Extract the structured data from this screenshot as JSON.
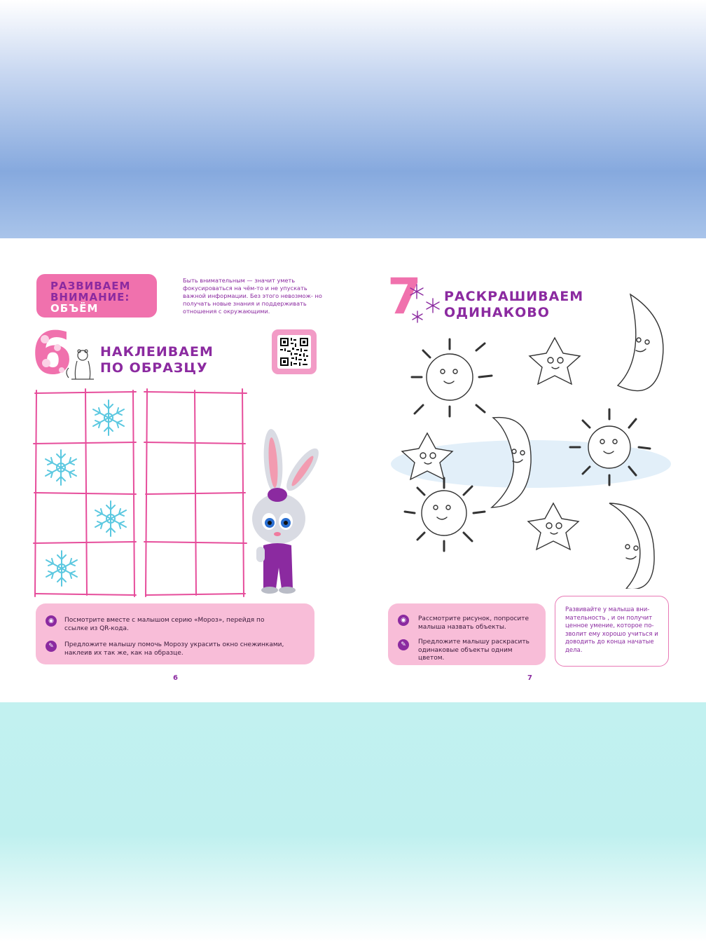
{
  "section": {
    "line1": "РАЗВИВАЕМ",
    "line2": "ВНИМАНИЕ:",
    "line3": "ОБЪЁМ"
  },
  "intro": "Быть внимательным — значит уметь фокусироваться на чём-то и не упускать важной информации. Без этого невозмож- но получать новые знания и поддерживать отношения с окружающими.",
  "task6": {
    "number": "6",
    "title_line1": "НАКЛЕИВАЕМ",
    "title_line2": "ПО ОБРАЗЦУ"
  },
  "task6_tips": [
    {
      "icon": "eye-icon",
      "text": "Посмотрите вместе с малышом серию «Мороз», перейдя по ссылке из QR-кода."
    },
    {
      "icon": "brush-icon",
      "text": "Предложите малышу помочь Морозу украсить окно снежинками, наклеив их так же, как на образце."
    }
  ],
  "page_left_number": "6",
  "task7": {
    "number": "7",
    "title_line1": "РАСКРАШИВАЕМ",
    "title_line2": "ОДИНАКОВО"
  },
  "task7_tips": [
    {
      "icon": "eye-icon",
      "text": "Рассмотрите рисунок, попросите малыша назвать объекты."
    },
    {
      "icon": "brush-icon",
      "text": "Предложите малышу раскрасить одинаковые объекты одним цветом."
    }
  ],
  "side_note": "Развивайте у малыша вни- мательность , и он получит ценное умение, которое по- зволит ему хорошо учиться и доводить до конца начатые дела.",
  "page_right_number": "7",
  "colors": {
    "accent_purple": "#8b2aa0",
    "accent_pink": "#f071ad",
    "tip_pink": "#f8bdd8",
    "snowflake_blue": "#5bc8e0",
    "grid_pink": "#e64d9b"
  }
}
